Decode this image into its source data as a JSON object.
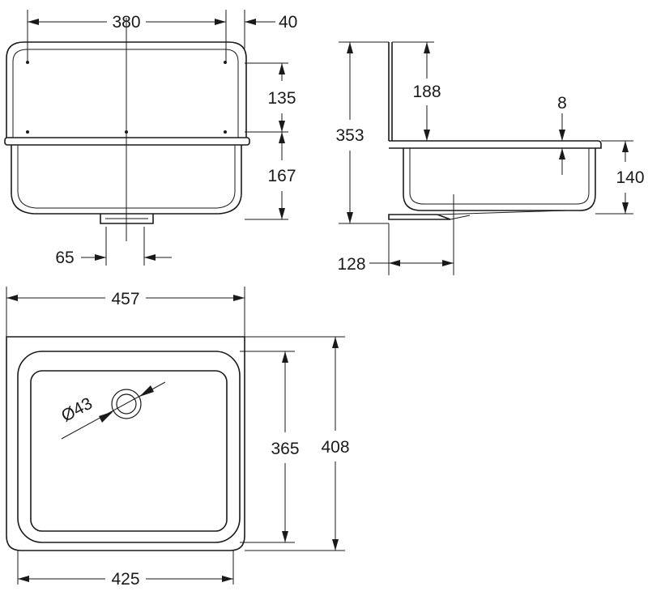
{
  "front_view": {
    "dim_width": "380",
    "dim_flange": "40",
    "dim_backsplash_height": "135",
    "dim_bowl_depth": "167",
    "dim_outlet_width": "65"
  },
  "side_view": {
    "dim_total_height": "353",
    "dim_backsplash": "188",
    "dim_rim": "8",
    "dim_bowl_height": "140",
    "dim_outlet_offset": "128"
  },
  "top_view": {
    "dim_outer_width": "457",
    "dim_inner_depth": "365",
    "dim_outer_depth": "408",
    "dim_inner_width": "425",
    "dim_drain_diameter": "Ø43"
  }
}
